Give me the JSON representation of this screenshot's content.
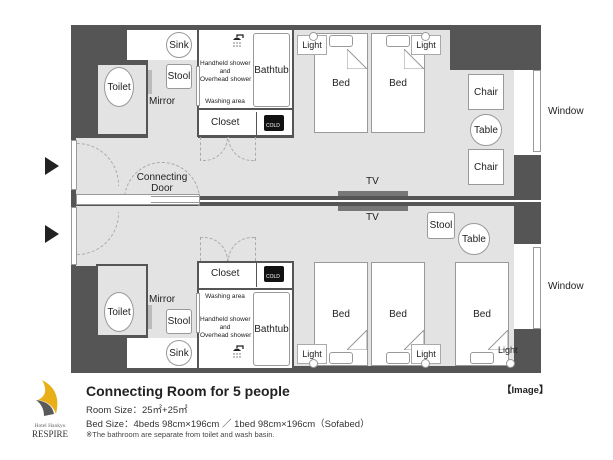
{
  "floorplan": {
    "upper_room": {
      "labels": {
        "sink": "Sink",
        "stool_bath": "Stool",
        "toilet": "Toilet",
        "mirror": "Mirror",
        "shower_line1": "Handheld shower",
        "shower_line2": "and",
        "shower_line3": "Overhead shower",
        "washing_area": "Washing area",
        "bathtub": "Bathtub",
        "closet": "Closet",
        "fridge": "COLD",
        "light_left": "Light",
        "light_right": "Light",
        "bed_left": "Bed",
        "bed_right": "Bed",
        "chair_top": "Chair",
        "table": "Table",
        "chair_bottom": "Chair",
        "tv": "TV",
        "window": "Window",
        "connecting_door_line1": "Connecting",
        "connecting_door_line2": "Door"
      }
    },
    "lower_room": {
      "labels": {
        "tv": "TV",
        "stool_room": "Stool",
        "table": "Table",
        "closet": "Closet",
        "fridge": "COLD",
        "washing_area": "Washing area",
        "mirror": "Mirror",
        "toilet": "Toilet",
        "stool_bath": "Stool",
        "shower_line1": "Handheld shower",
        "shower_line2": "and",
        "shower_line3": "Overhead shower",
        "bathtub": "Bathtub",
        "sink": "Sink",
        "bed_1": "Bed",
        "bed_2": "Bed",
        "bed_3": "Bed",
        "light_1": "Light",
        "light_2": "Light",
        "light_3": "Light",
        "window": "Window"
      }
    },
    "colors": {
      "wall": "#555555",
      "floor": "#e3e3e3",
      "furniture": "#ffffff",
      "logo_yellow": "#e8b016",
      "logo_gray": "#5a5a5a"
    }
  },
  "logo": {
    "line1": "Hotel Hankyu",
    "line2": "RESPIRE"
  },
  "info": {
    "title": "Connecting Room for 5 people",
    "room_size": "Room Size：25㎡+25㎡",
    "bed_size": "Bed Size：4beds 98cm×196cm ／ 1bed 98cm×196cm（Sofabed）",
    "note": "※The bathroom are separate from toilet and wash basin.",
    "image_tag": "【Image】"
  }
}
